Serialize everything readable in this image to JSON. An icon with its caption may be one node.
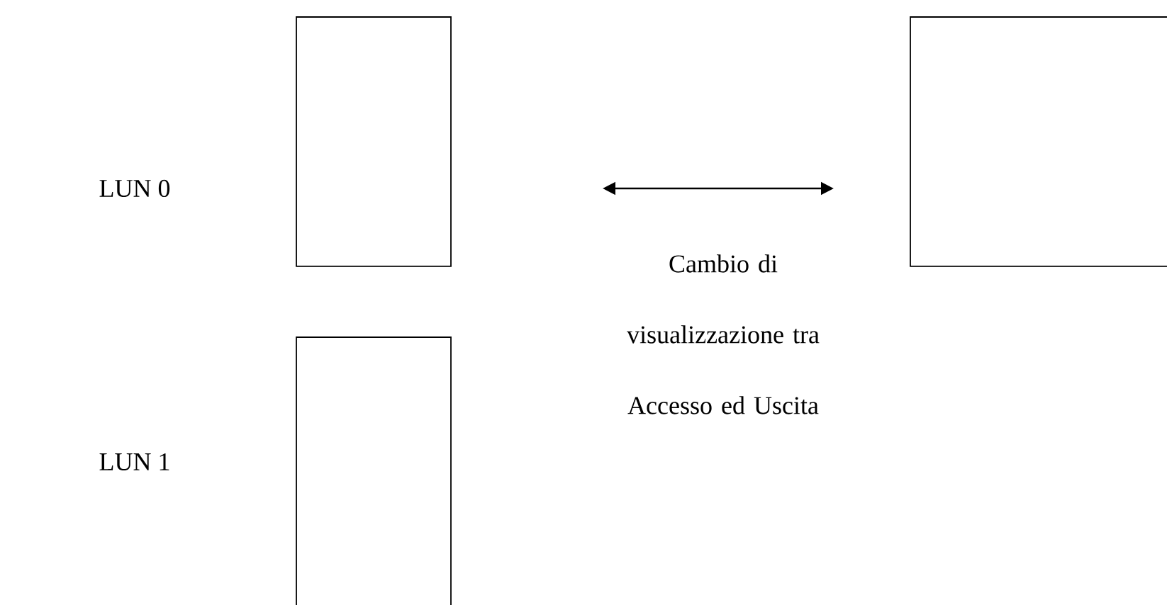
{
  "diagram": {
    "nodes": [
      {
        "text": [],
        "shape": "box"
      },
      {
        "text": [],
        "shape": "box"
      },
      {
        "text": [],
        "shape": "box"
      }
    ],
    "labels": [
      "LUN 0",
      "Cambio di visualizzazione tra Accesso ed Uscita",
      "LUN 1"
    ]
  }
}
